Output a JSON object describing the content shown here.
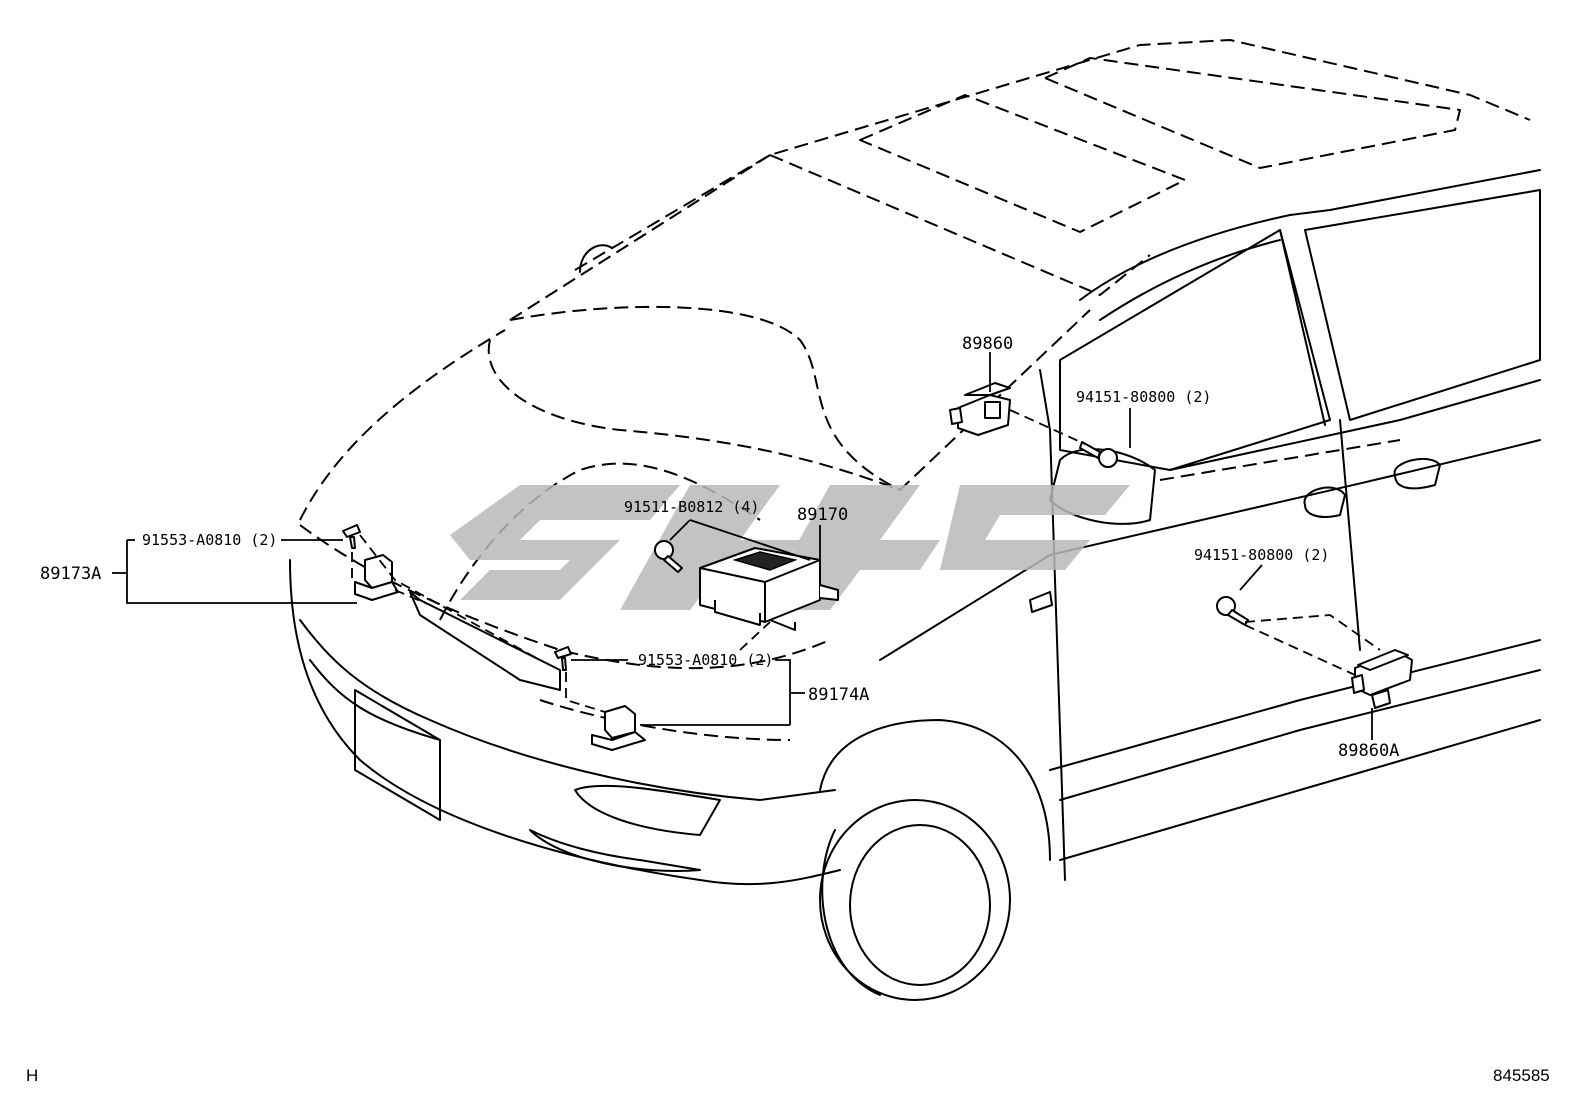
{
  "labels": {
    "p89860": "89860",
    "p94151_upper": "94151-80800 (2)",
    "p91511": "91511-B0812 (4)",
    "p89170": "89170",
    "p91553_left": "91553-A0810 (2)",
    "p89173A": "89173A",
    "p94151_lower": "94151-80800 (2)",
    "p91553_center": "91553-A0810 (2)",
    "p89174A": "89174A",
    "p89860A": "89860A"
  },
  "footer": {
    "left_code": "H",
    "diagram_number": "845585"
  }
}
